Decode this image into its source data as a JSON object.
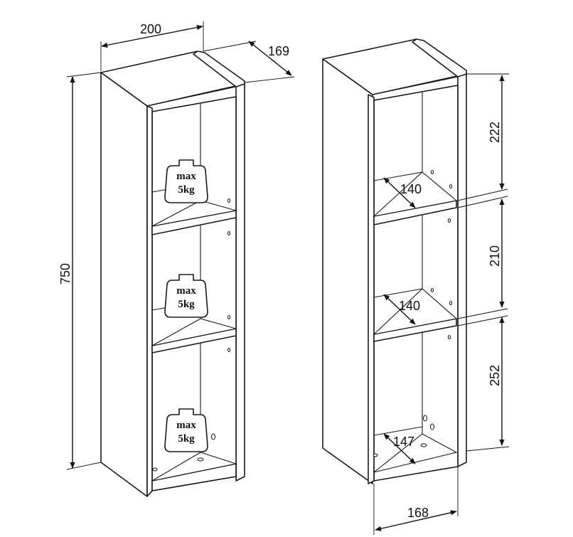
{
  "left_view": {
    "dimensions": {
      "width": "200",
      "depth": "169",
      "height": "750"
    },
    "weight_badges": [
      {
        "line1": "max",
        "line2": "5kg"
      },
      {
        "line1": "max",
        "line2": "5kg"
      },
      {
        "line1": "max",
        "line2": "5kg"
      }
    ]
  },
  "right_view": {
    "dimensions": {
      "top_compartment": "222",
      "middle_compartment": "210",
      "bottom_compartment": "252",
      "inner_width": "168",
      "shelf_depth_top": "140",
      "shelf_depth_middle": "140",
      "bottom_depth": "147"
    }
  }
}
